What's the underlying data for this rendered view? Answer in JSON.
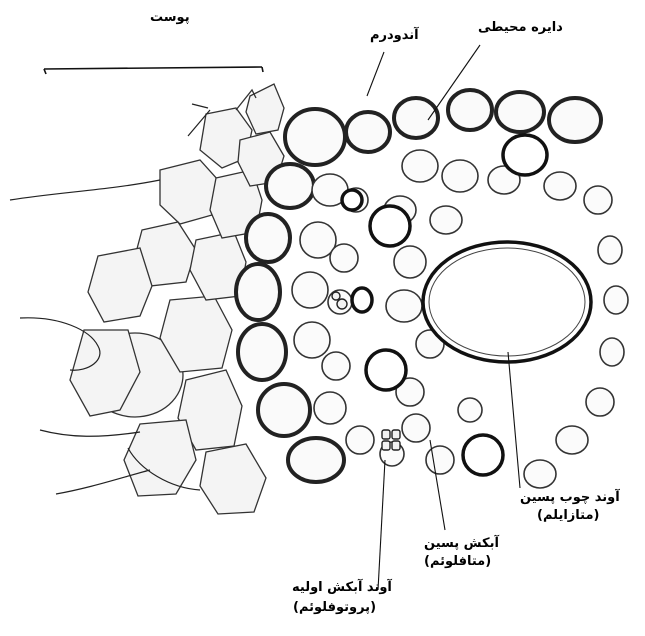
{
  "labels": {
    "cortex": "پوست",
    "endodermis": "آندودرم",
    "pericycle": "دایره محیطی",
    "metaxylem_line1": "آوند چوب پسین",
    "metaxylem_line2": "(متازایلم)",
    "metaphloem_line1": "آبکش پسین",
    "metaphloem_line2": "(متافلوئم)",
    "protophloem_line1": "آوند آبکش اولیه",
    "protophloem_line2": "(پروتوفلوئم)"
  }
}
